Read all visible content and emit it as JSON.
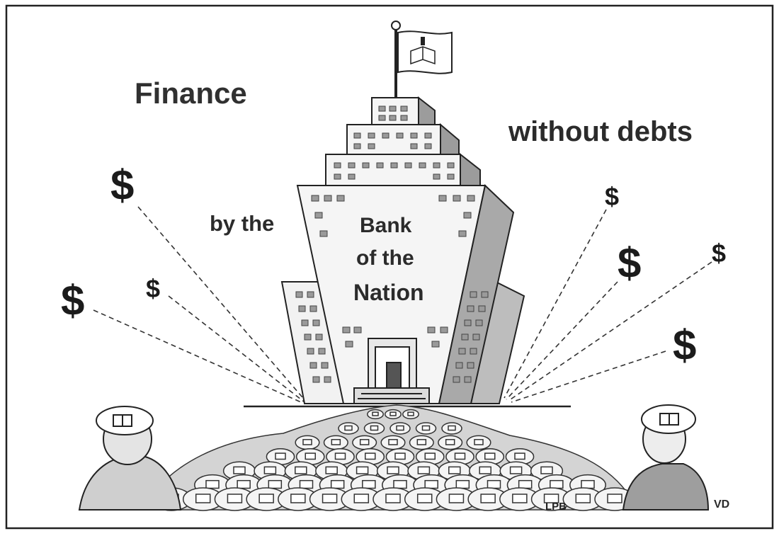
{
  "captions": {
    "finance": "Finance",
    "without_debts": "without debts",
    "by_the": "by the",
    "bank": "Bank",
    "of_the": "of the",
    "nation": "Nation"
  },
  "dollar_symbol": "$",
  "cap_badge_label": "LPB",
  "artist_signature": "VD",
  "flag_emblem": "open-book-with-torch-emblem",
  "colors": {
    "ink": "#2b2b2b",
    "paper": "#ffffff",
    "shade": "#9a9a9a"
  }
}
